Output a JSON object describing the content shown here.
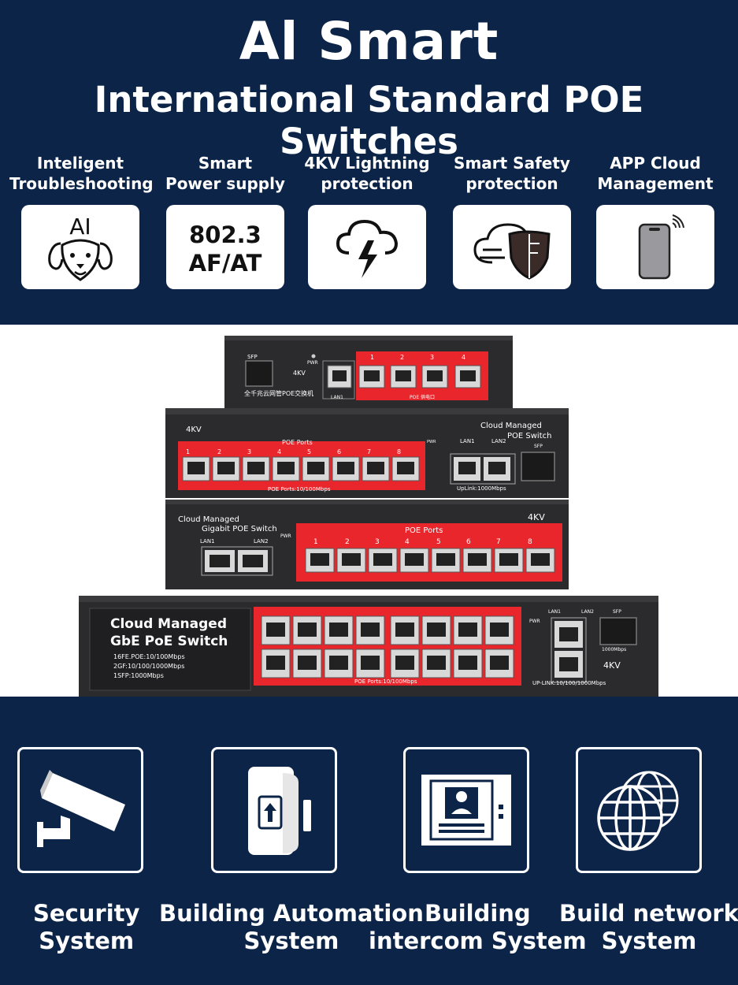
{
  "header": {
    "title_line1": "Al Smart",
    "title_line2": "International Standard POE Switches"
  },
  "features": [
    {
      "line1": "Inteligent",
      "line2": "Troubleshooting",
      "icon": "ai-dog-icon",
      "icon_text": "AI"
    },
    {
      "line1": "Smart",
      "line2": "Power supply",
      "icon": "standard-text-icon",
      "icon_text1": "802.3",
      "icon_text2": "AF/AT"
    },
    {
      "line1": "4KV  Lightning",
      "line2": "protection",
      "icon": "lightning-cloud-icon"
    },
    {
      "line1": "Smart  Safety",
      "line2": "protection",
      "icon": "cloud-shield-icon"
    },
    {
      "line1": "APP Cloud",
      "line2": "Management",
      "icon": "phone-wifi-icon"
    }
  ],
  "products": {
    "switch1": {
      "sfp": "SFP",
      "pwr": "PWR",
      "kv": "4KV",
      "ports": [
        "1",
        "2",
        "3",
        "4"
      ],
      "lan": "LAN1",
      "chinese": "全千兆云网管POE交换机",
      "poe_label": "POE 供电口"
    },
    "switch2": {
      "kv": "4KV",
      "poe_ports": "POE Ports",
      "ports": [
        "1",
        "2",
        "3",
        "4",
        "5",
        "6",
        "7",
        "8"
      ],
      "poe_speed": "POE Ports:10/100Mbps",
      "pwr": "PWR",
      "lan1": "LAN1",
      "lan2": "LAN2",
      "sfp": "SFP",
      "uplink": "UpLink:1000Mbps",
      "brand1": "Cloud Managed",
      "brand2": "POE Switch"
    },
    "switch3": {
      "brand1": "Cloud Managed",
      "brand2": "Gigabit POE Switch",
      "lan1": "LAN1",
      "lan2": "LAN2",
      "pwr": "PWR",
      "poe_ports": "POE Ports",
      "ports": [
        "1",
        "2",
        "3",
        "4",
        "5",
        "6",
        "7",
        "8"
      ],
      "kv": "4KV"
    },
    "switch4": {
      "brand1": "Cloud Managed",
      "brand2": "GbE PoE Switch",
      "spec1": "16FE.POE:10/100Mbps",
      "spec2": "2GF:10/100/1000Mbps",
      "spec3": "1SFP:1000Mbps",
      "poe_speed": "POE Ports:10/100Mbps",
      "pwr": "PWR",
      "lan1": "LAN1",
      "lan2": "LAN2",
      "sfp": "SFP",
      "sfp_speed": "1000Mbps",
      "uplink": "UP-LINK:10/100/1000Mbps",
      "kv": "4KV"
    }
  },
  "applications": [
    {
      "line1": "Security",
      "line2": "System",
      "icon": "security-camera-icon"
    },
    {
      "line1": "Building Automation",
      "line2": "System",
      "icon": "door-sensor-icon"
    },
    {
      "line1": "Building",
      "line2": "intercom System",
      "icon": "intercom-icon"
    },
    {
      "line1": "Build network",
      "line2": "System",
      "icon": "globe-network-icon"
    }
  ],
  "colors": {
    "navy": "#0c2447",
    "red": "#e8262c",
    "switch_body": "#2b2b2d",
    "white": "#ffffff"
  }
}
